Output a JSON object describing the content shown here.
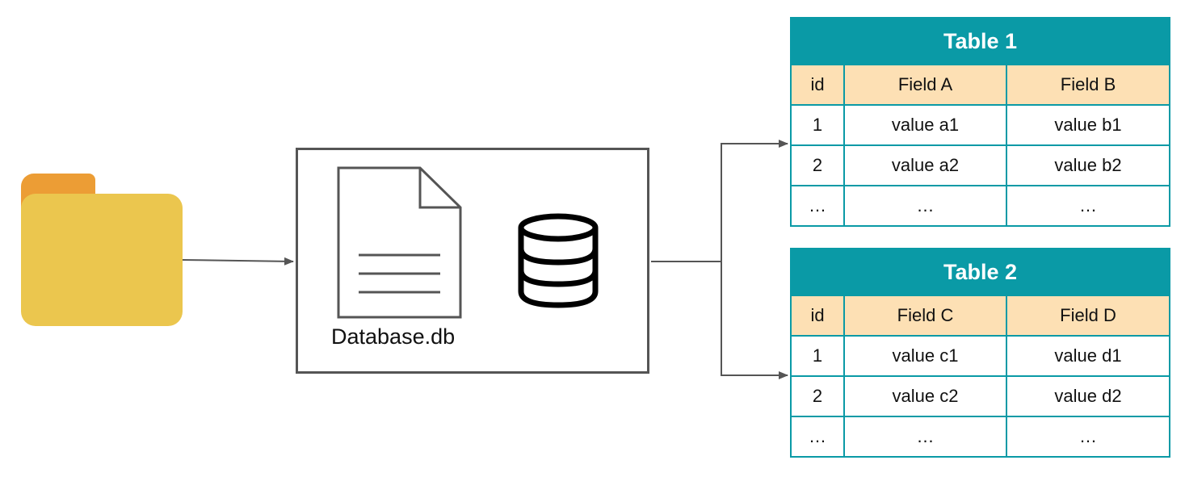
{
  "database": {
    "label": "Database.db"
  },
  "tables": [
    {
      "title": "Table 1",
      "columns": [
        "id",
        "Field A",
        "Field B"
      ],
      "rows": [
        [
          "1",
          "value a1",
          "value b1"
        ],
        [
          "2",
          "value a2",
          "value b2"
        ],
        [
          "…",
          "…",
          "…"
        ]
      ]
    },
    {
      "title": "Table 2",
      "columns": [
        "id",
        "Field C",
        "Field D"
      ],
      "rows": [
        [
          "1",
          "value c1",
          "value d1"
        ],
        [
          "2",
          "value c2",
          "value d2"
        ],
        [
          "…",
          "…",
          "…"
        ]
      ]
    }
  ],
  "icons": {
    "source": "folder-icon",
    "file": "document-icon",
    "database": "database-icon"
  },
  "colors": {
    "folder_front": "#ebc64e",
    "folder_back": "#ec9d35",
    "table_border": "#0a9aa6",
    "table_header_bg": "#fde0b4",
    "connector": "#555555"
  }
}
